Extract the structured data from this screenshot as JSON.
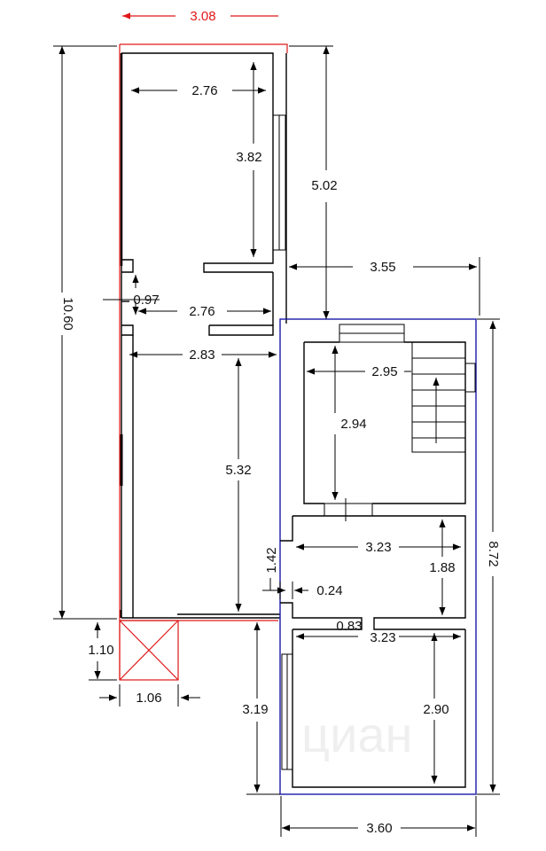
{
  "watermark": "циан",
  "dims": {
    "total_width_top": "3.08",
    "room1_width": "2.76",
    "room1_height": "3.82",
    "right_offset_height": "5.02",
    "total_height": "10.60",
    "step_width": "3.55",
    "corridor_height": "0.97",
    "corridor_width": "2.76",
    "room2_width": "2.83",
    "room2_height": "5.32",
    "stair_room_width": "2.95",
    "stair_room_height": "2.94",
    "hall_width": "3.23",
    "hall_height": "1.88",
    "entry_height": "1.42",
    "gap_small": "0.24",
    "door_width": "0.83",
    "bottom_room_width": "3.23",
    "bottom_room_height": "2.90",
    "bottom_left_height": "3.19",
    "block_height": "8.72",
    "block_width": "3.60",
    "shaft_height": "1.10",
    "shaft_width": "1.06"
  }
}
